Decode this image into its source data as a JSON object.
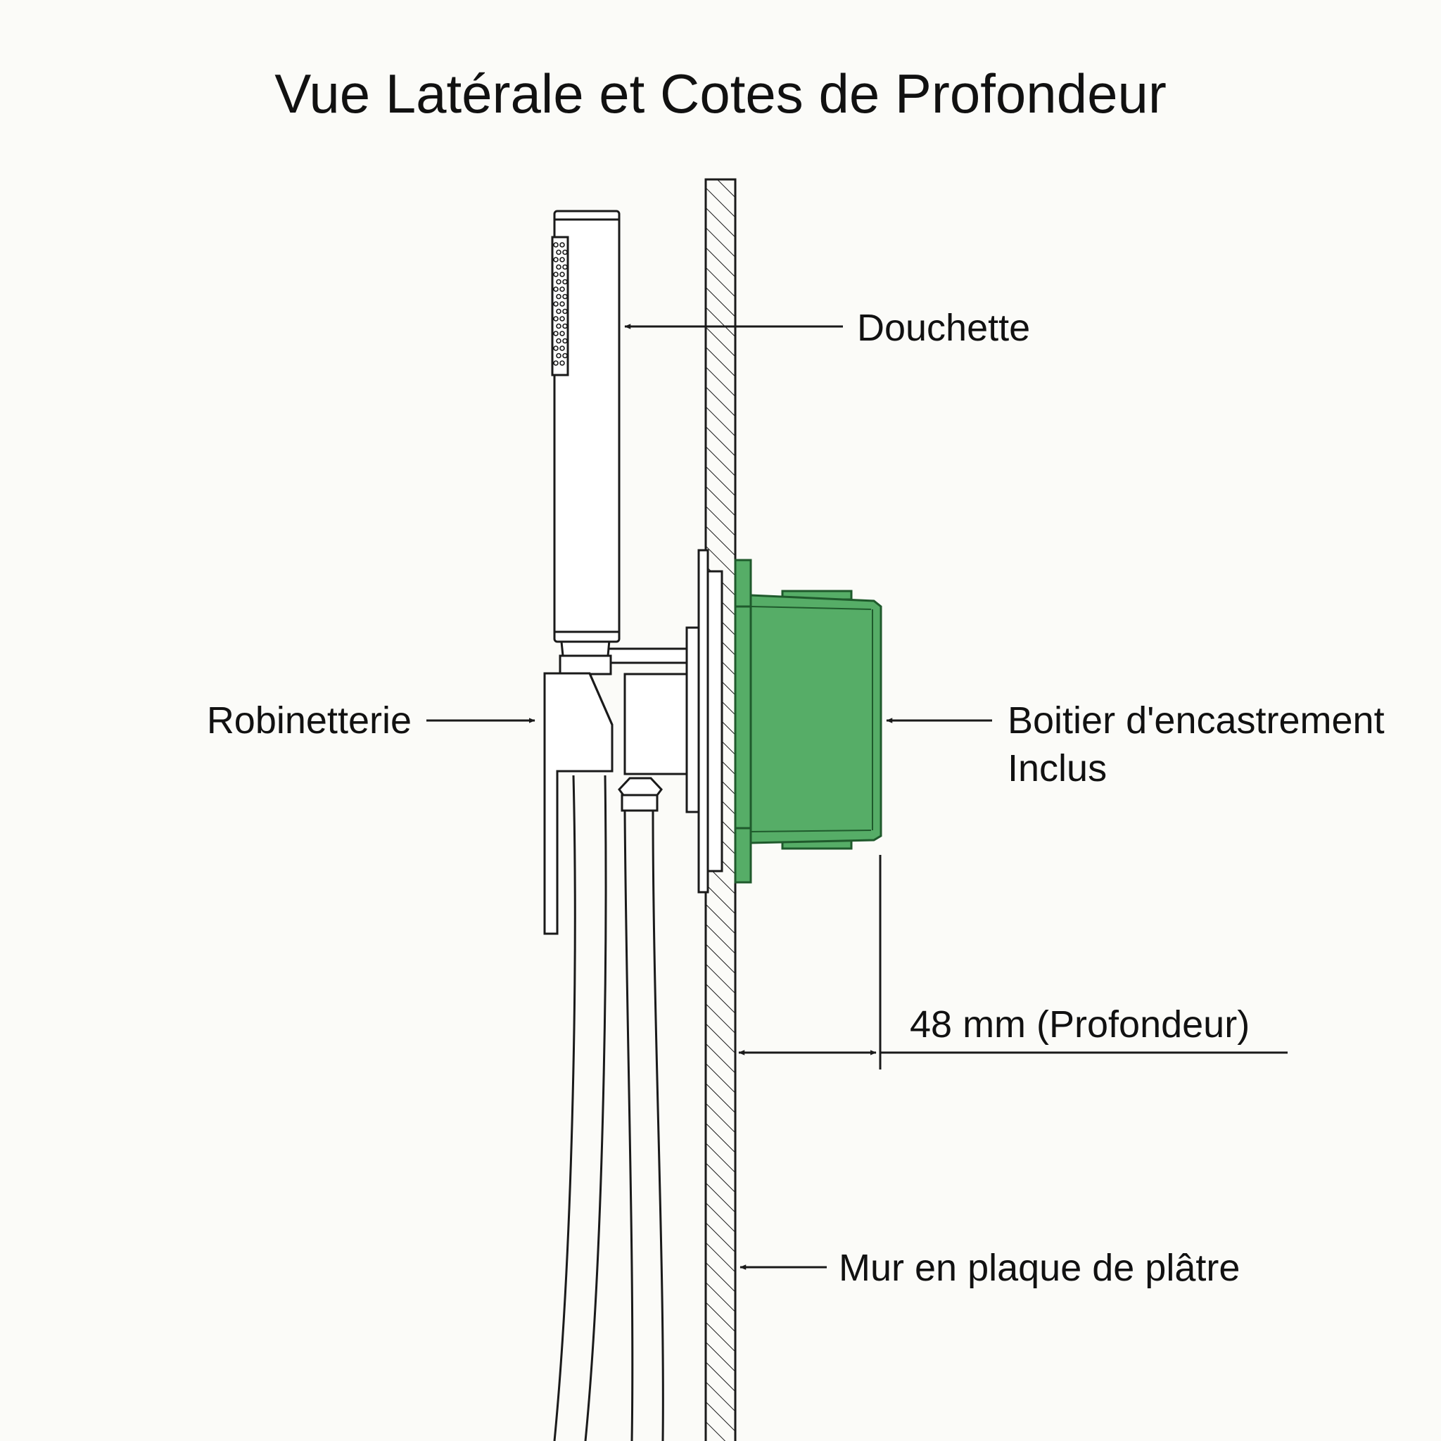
{
  "title": "Vue Latérale et Cotes de Profondeur",
  "labels": {
    "douchette": "Douchette",
    "robinetterie": "Robinetterie",
    "boitier_line1": "Boitier d'encastrement",
    "boitier_line2": "Inclus",
    "depth": "48 mm (Profondeur)",
    "wall": "Mur en plaque de plâtre"
  },
  "colors": {
    "box_fill": "#56ad67",
    "box_stroke": "#1f5a2c",
    "line": "#1a1a1a",
    "background": "#fbfbf8"
  }
}
